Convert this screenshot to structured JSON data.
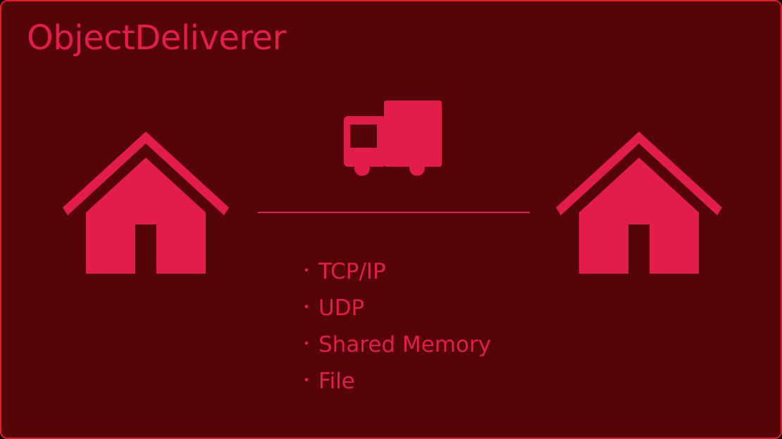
{
  "slide": {
    "title": "ObjectDeliverer",
    "colors": {
      "background": "#550408",
      "border": "#e8192e",
      "accent": "#e31d4b"
    },
    "icons": {
      "left": "house-icon",
      "center": "truck-icon",
      "right": "house-icon"
    },
    "protocols": {
      "bullet": "・",
      "items": [
        "TCP/IP",
        "UDP",
        "Shared Memory",
        "File"
      ]
    }
  }
}
